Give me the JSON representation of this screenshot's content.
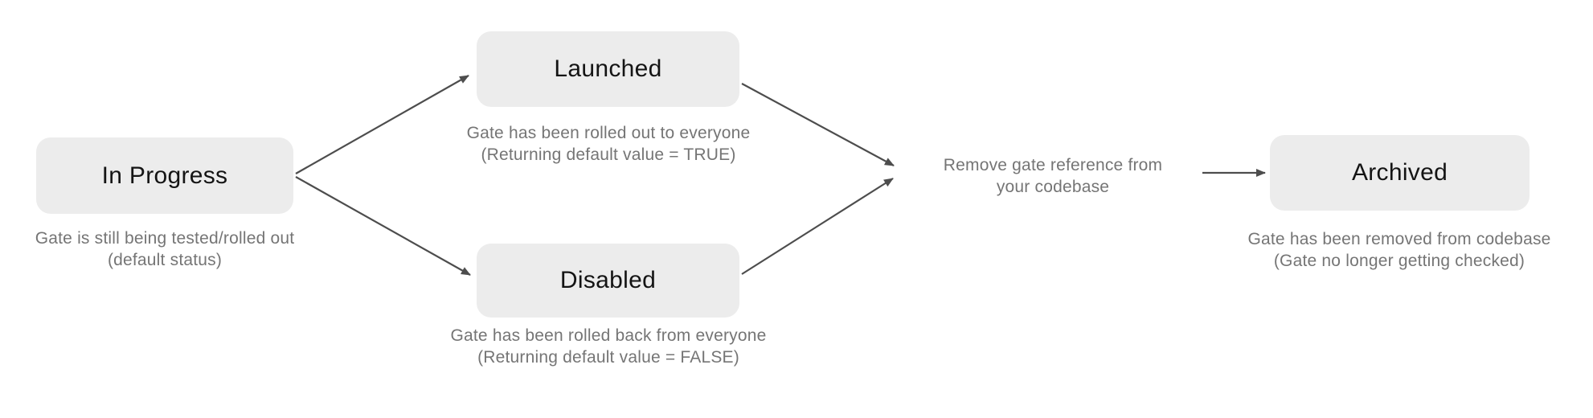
{
  "colors": {
    "background": "#ffffff",
    "node_fill": "#ececec",
    "node_text": "#141414",
    "caption_text": "#757575",
    "arrow": "#4d4d4d"
  },
  "nodes": [
    {
      "id": "in-progress",
      "label": "In Progress",
      "caption_line1": "Gate is still being tested/rolled out",
      "caption_line2": "(default status)"
    },
    {
      "id": "launched",
      "label": "Launched",
      "caption_line1": "Gate has been rolled out to everyone",
      "caption_line2": "(Returning default value = TRUE)"
    },
    {
      "id": "disabled",
      "label": "Disabled",
      "caption_line1": "Gate has been rolled back from everyone",
      "caption_line2": "(Returning default value = FALSE)"
    },
    {
      "id": "archived",
      "label": "Archived",
      "caption_line1": "Gate has been removed from codebase",
      "caption_line2": "(Gate no longer getting checked)"
    }
  ],
  "annotations": [
    {
      "id": "remove-gate-note",
      "line1": "Remove gate reference from",
      "line2": "your codebase"
    }
  ],
  "edges": [
    {
      "from": "in-progress",
      "to": "launched"
    },
    {
      "from": "in-progress",
      "to": "disabled"
    },
    {
      "from": "launched",
      "to": "remove-gate-note"
    },
    {
      "from": "disabled",
      "to": "remove-gate-note"
    },
    {
      "from": "remove-gate-note",
      "to": "archived"
    }
  ]
}
